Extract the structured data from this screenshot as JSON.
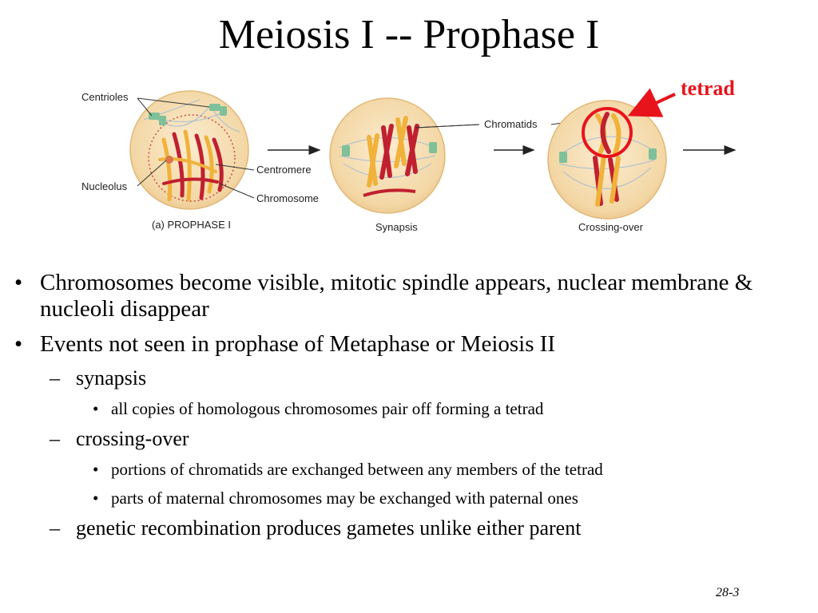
{
  "slide": {
    "title": "Meiosis I -- Prophase I",
    "number": "28-3"
  },
  "figure": {
    "labels": {
      "centrioles": "Centrioles",
      "nucleolus": "Nucleolus",
      "centromere": "Centromere",
      "chromosome": "Chromosome",
      "chromatids": "Chromatids",
      "panel_a": "(a) PROPHASE I",
      "synapsis": "Synapsis",
      "crossing_over": "Crossing-over"
    },
    "callout": "tetrad",
    "colors": {
      "cell_fill": "#f6dfb4",
      "paternal": "#c0202f",
      "maternal": "#f0b23a",
      "centriole": "#7ec09a",
      "callout": "#e8141b"
    }
  },
  "bullets": [
    {
      "text": "Chromosomes become visible, mitotic spindle appears, nuclear membrane & nucleoli disappear"
    },
    {
      "text": "Events not seen in prophase of Metaphase or Meiosis II",
      "children": [
        {
          "text": "synapsis",
          "children": [
            {
              "text": "all copies of homologous chromosomes pair off forming a tetrad"
            }
          ]
        },
        {
          "text": "crossing-over",
          "children": [
            {
              "text": "portions of chromatids are exchanged between any members of the tetrad"
            },
            {
              "text": "parts of maternal chromosomes may be exchanged with paternal ones"
            }
          ]
        },
        {
          "text": "genetic recombination produces gametes unlike either parent"
        }
      ]
    }
  ]
}
